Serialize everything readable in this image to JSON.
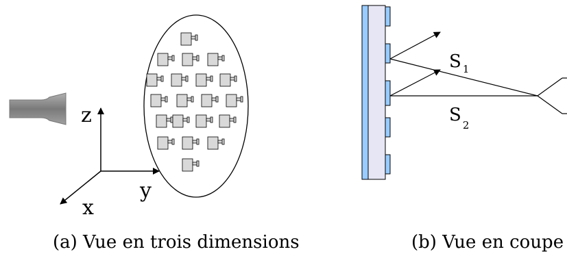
{
  "left_panel": {
    "axis_labels": {
      "z": "z",
      "y": "y",
      "x": "x"
    },
    "caption": "(a) Vue en trois dimensions"
  },
  "right_panel": {
    "signals": [
      {
        "main": "S",
        "sub": "1"
      },
      {
        "main": "S",
        "sub": "2"
      }
    ],
    "caption": "(b) Vue en coupe"
  },
  "colors": {
    "substrate_fill": "#e6e6f5",
    "patch_fill": "#99ccff",
    "element_fill": "#d9d9d9",
    "source_fill": "#8c8c8c",
    "stroke": "#000000"
  }
}
